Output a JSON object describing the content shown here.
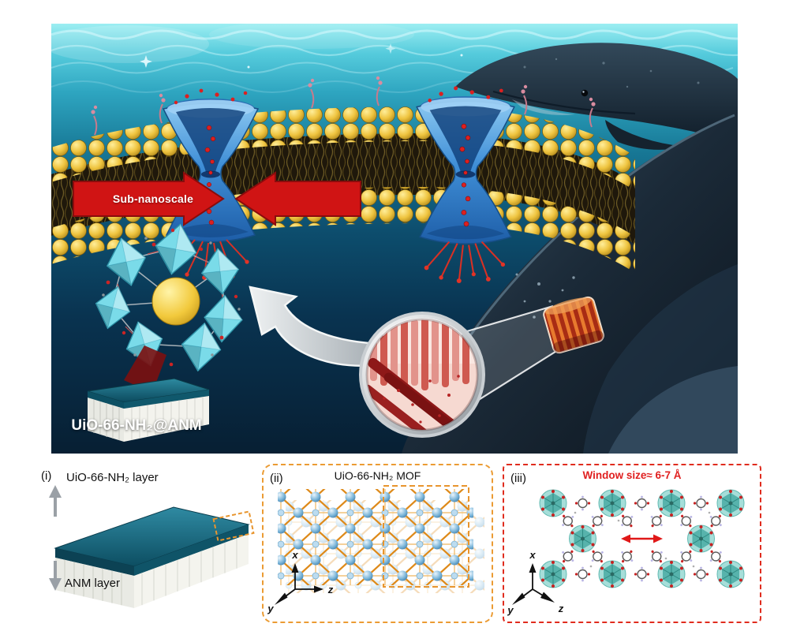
{
  "figure": {
    "colors": {
      "arrow_red": "#d01414",
      "channel_blue": "#3f8ed6",
      "lipid_gold": "#eec33e",
      "mof_cyan": "#7adbe9",
      "teal_layer": "#0f5468",
      "dashed_orange": "#e8952e",
      "dashed_red": "#e02c1e",
      "deep_sea": "#071f33",
      "window_red": "#e02020"
    }
  },
  "main_scene": {
    "sub_nanoscale_label": "Sub-nanoscale",
    "material_label": "UiO-66-NH₂@ANM"
  },
  "panels": {
    "i": {
      "index": "(i)",
      "top_label": "UiO-66-NH₂ layer",
      "bottom_label": "ANM layer"
    },
    "ii": {
      "index": "(ii)",
      "title": "UiO-66-NH₂ MOF",
      "axis_x": "x",
      "axis_y": "y",
      "axis_z": "z"
    },
    "iii": {
      "index": "(iii)",
      "title": "Window size≈ 6-7 Å",
      "axis_x": "x",
      "axis_y": "y",
      "axis_z": "z"
    }
  }
}
